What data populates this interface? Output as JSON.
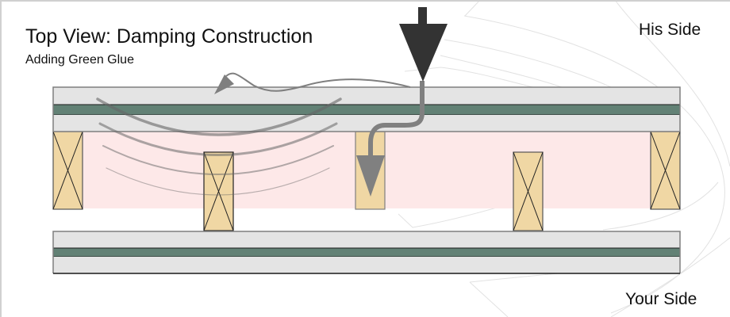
{
  "title": "Top View: Damping Construction",
  "subtitle": "Adding Green Glue",
  "labels": {
    "top_side": "His Side",
    "bottom_side": "Your Side"
  },
  "colors": {
    "drywall": "#e4e4e4",
    "green_glue": "#628175",
    "cavity": "#fde8e8",
    "stud": "#f0d7a4",
    "panel_outline": "#7f7f7f",
    "sound_arrow": "#333333",
    "transmitted_arrow": "#808080"
  },
  "components": {
    "top_panel": [
      "drywall",
      "green_glue",
      "drywall"
    ],
    "bottom_panel": [
      "drywall",
      "green_glue",
      "drywall"
    ],
    "studs": [
      {
        "side": "top"
      },
      {
        "side": "bottom"
      },
      {
        "side": "top"
      },
      {
        "side": "bottom"
      },
      {
        "side": "top"
      }
    ],
    "arrows": [
      "incoming-sound",
      "reflected-sound",
      "transmitted-sound"
    ],
    "vibration_arcs": 4
  }
}
